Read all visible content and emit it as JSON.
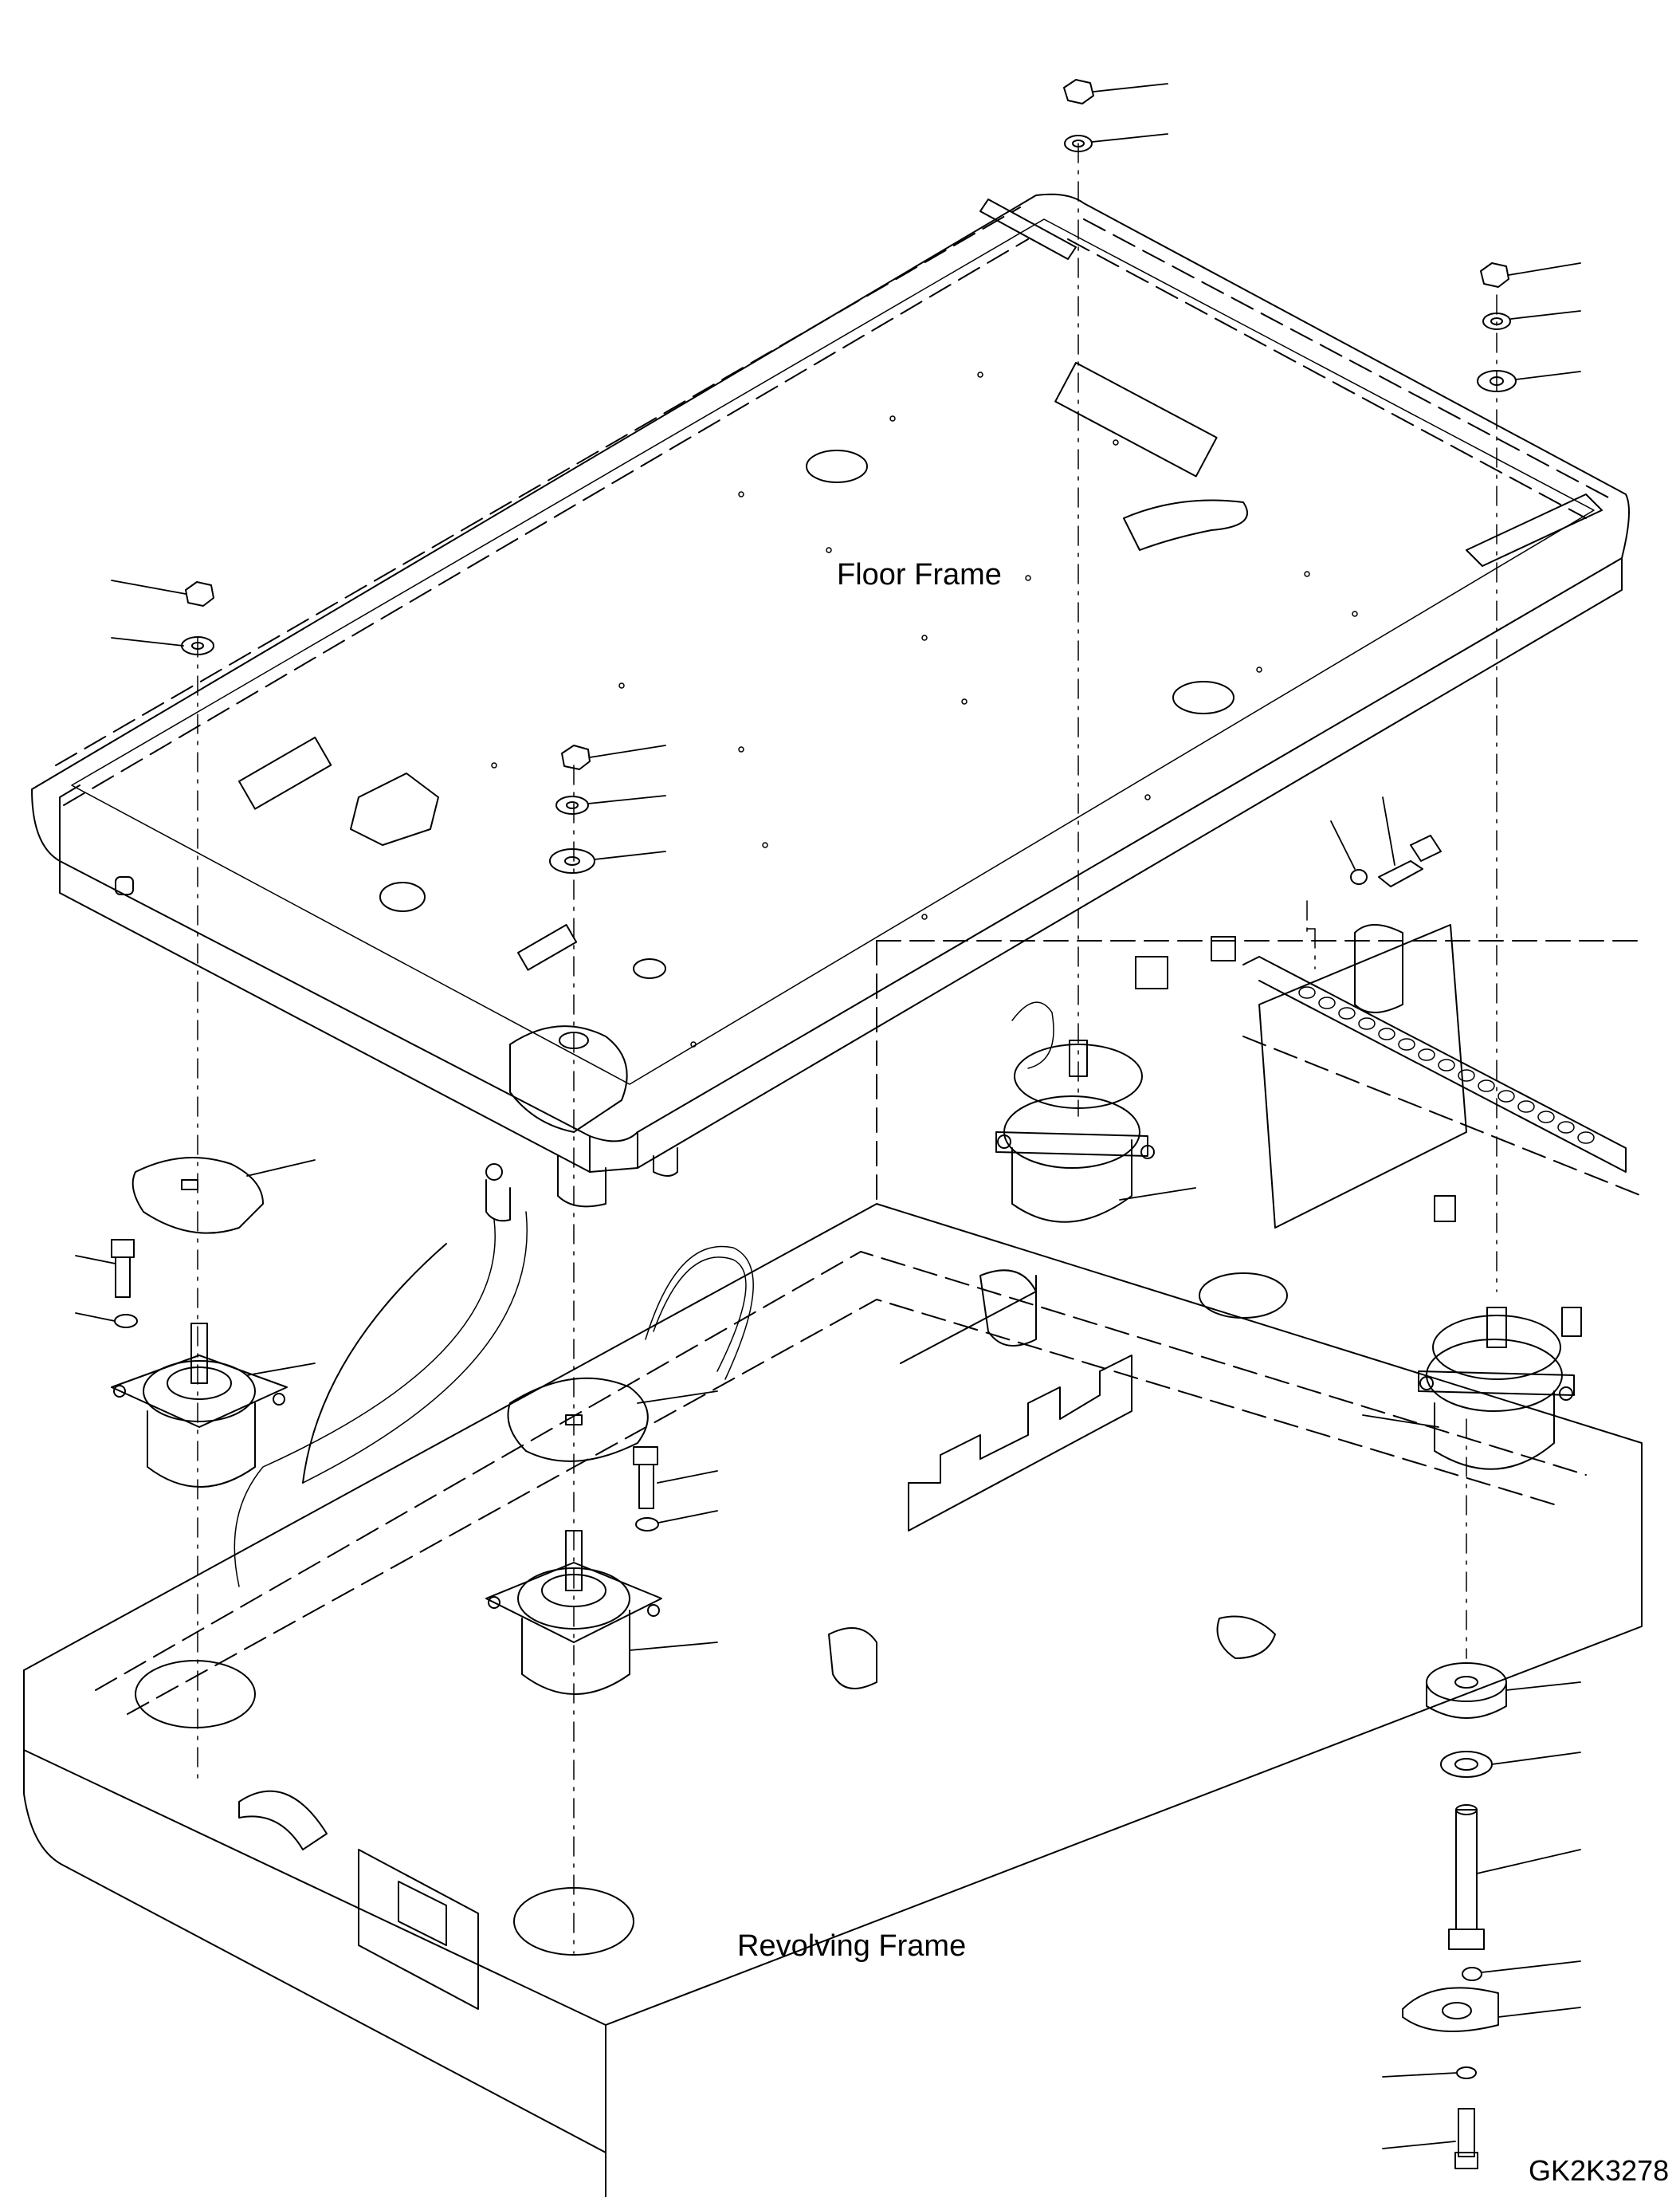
{
  "drawing": {
    "labels": {
      "floor_frame": "Floor Frame",
      "revolving_frame": "Revolving Frame",
      "drawing_code": "GK2K3278"
    },
    "colors": {
      "line": "#000000",
      "background": "#ffffff"
    },
    "parts": [
      "nut",
      "washer",
      "spacer-washer",
      "mount-plate",
      "bolt",
      "viscous-mount",
      "stopper-collar",
      "long-bolt",
      "stopper-plate"
    ]
  }
}
